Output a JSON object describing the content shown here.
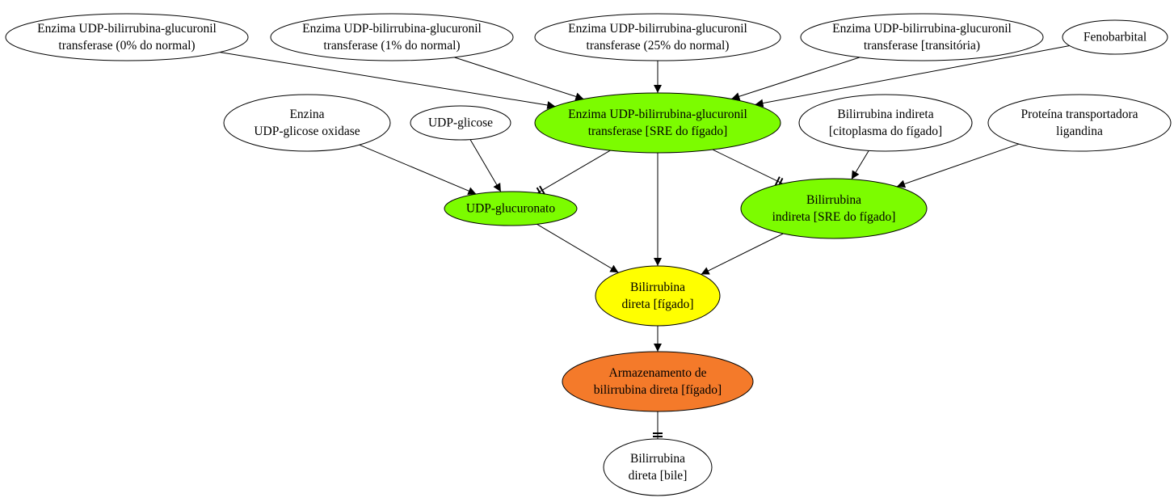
{
  "colors": {
    "white": "#ffffff",
    "green": "#7cfc00",
    "yellow": "#ffff00",
    "orange": "#f47a2a",
    "stroke": "#000000"
  },
  "nodes": {
    "enz0": {
      "lines": [
        "Enzima UDP-bilirrubina-glucuronil",
        "transferase (0% do normal)"
      ],
      "fill": "white"
    },
    "enz1": {
      "lines": [
        "Enzima UDP-bilirrubina-glucuronil",
        "transferase (1% do normal)"
      ],
      "fill": "white"
    },
    "enz25": {
      "lines": [
        "Enzima UDP-bilirrubina-glucuronil",
        "transferase (25% do normal)"
      ],
      "fill": "white"
    },
    "enztrans": {
      "lines": [
        "Enzima UDP-bilirrubina-glucuronil",
        "transferase [transitória)"
      ],
      "fill": "white"
    },
    "feno": {
      "lines": [
        "Fenobarbital"
      ],
      "fill": "white"
    },
    "oxid": {
      "lines": [
        "Enzina",
        "UDP-glicose oxidase"
      ],
      "fill": "white"
    },
    "glicose": {
      "lines": [
        "UDP-glicose"
      ],
      "fill": "white"
    },
    "enzsre": {
      "lines": [
        "Enzima UDP-bilirrubina-glucuronil",
        "transferase [SRE do fígado]"
      ],
      "fill": "green"
    },
    "bicito": {
      "lines": [
        "Bilirrubina indireta",
        "[citoplasma do fígado]"
      ],
      "fill": "white"
    },
    "ligandina": {
      "lines": [
        "Proteína transportadora",
        "ligandina"
      ],
      "fill": "white"
    },
    "glucuronato": {
      "lines": [
        "UDP-glucuronato"
      ],
      "fill": "green"
    },
    "bisre": {
      "lines": [
        "Bilirrubina",
        "indireta [SRE do fígado]"
      ],
      "fill": "green"
    },
    "bdir": {
      "lines": [
        "Bilirrubina",
        "direta [fígado]"
      ],
      "fill": "yellow"
    },
    "armaz": {
      "lines": [
        "Armazenamento de",
        "bilirrubina direta [fígado]"
      ],
      "fill": "orange"
    },
    "bile": {
      "lines": [
        "Bilirrubina",
        "direta [bile]"
      ],
      "fill": "white"
    }
  },
  "edges": [
    {
      "from": "enz0",
      "to": "enzsre",
      "style": "arrow"
    },
    {
      "from": "enz1",
      "to": "enzsre",
      "style": "arrow"
    },
    {
      "from": "enz25",
      "to": "enzsre",
      "style": "arrow"
    },
    {
      "from": "enztrans",
      "to": "enzsre",
      "style": "arrow"
    },
    {
      "from": "feno",
      "to": "enzsre",
      "style": "arrow"
    },
    {
      "from": "oxid",
      "to": "glucuronato",
      "style": "arrow"
    },
    {
      "from": "glicose",
      "to": "glucuronato",
      "style": "arrow"
    },
    {
      "from": "enzsre",
      "to": "glucuronato",
      "style": "tee"
    },
    {
      "from": "enzsre",
      "to": "bisre",
      "style": "tee"
    },
    {
      "from": "enzsre",
      "to": "bdir",
      "style": "arrow"
    },
    {
      "from": "bicito",
      "to": "bisre",
      "style": "arrow"
    },
    {
      "from": "ligandina",
      "to": "bisre",
      "style": "arrow"
    },
    {
      "from": "glucuronato",
      "to": "bdir",
      "style": "arrow"
    },
    {
      "from": "bisre",
      "to": "bdir",
      "style": "arrow"
    },
    {
      "from": "bdir",
      "to": "armaz",
      "style": "arrow"
    },
    {
      "from": "armaz",
      "to": "bile",
      "style": "tee"
    }
  ]
}
